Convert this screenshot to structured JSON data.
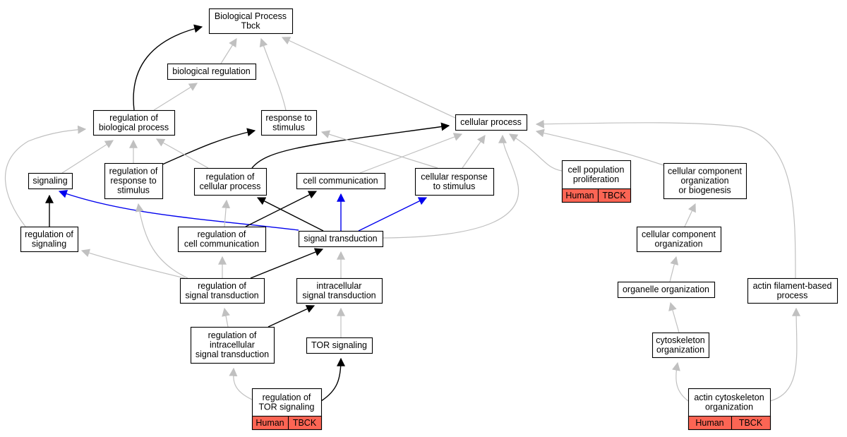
{
  "colors": {
    "gray_edge": "#c0c0c0",
    "black_edge": "#000000",
    "blue_edge": "#0000ee",
    "annotation_fill": "#fc6554",
    "node_fill": "#ffffff",
    "node_stroke": "#000000"
  },
  "nodes": {
    "root": [
      "Biological Process",
      "Tbck"
    ],
    "bio_reg": [
      "biological regulation"
    ],
    "reg_bio": [
      "regulation of",
      "biological process"
    ],
    "resp_stim": [
      "response to",
      "stimulus"
    ],
    "cell_proc": [
      "cellular process"
    ],
    "signaling": [
      "signaling"
    ],
    "reg_resp": [
      "regulation of",
      "response to",
      "stimulus"
    ],
    "reg_cell": [
      "regulation of",
      "cellular process"
    ],
    "cell_comm": [
      "cell communication"
    ],
    "cell_resp": [
      "cellular response",
      "to stimulus"
    ],
    "cell_pop": [
      "cell population",
      "proliferation"
    ],
    "ccob": [
      "cellular component",
      "organization",
      "or biogenesis"
    ],
    "reg_sig": [
      "regulation of",
      "signaling"
    ],
    "reg_cc": [
      "regulation of",
      "cell communication"
    ],
    "sig_trans": [
      "signal transduction"
    ],
    "cco": [
      "cellular component",
      "organization"
    ],
    "reg_st": [
      "regulation of",
      "signal transduction"
    ],
    "intra_st": [
      "intracellular",
      "signal transduction"
    ],
    "org_org": [
      "organelle organization"
    ],
    "actin_fb": [
      "actin filament-based",
      "process"
    ],
    "reg_ist": [
      "regulation of",
      "intracellular",
      "signal transduction"
    ],
    "tor": [
      "TOR signaling"
    ],
    "cyto": [
      "cytoskeleton",
      "organization"
    ],
    "reg_tor": [
      "regulation of",
      "TOR signaling"
    ],
    "actin_cyto": [
      "actin cytoskeleton",
      "organization"
    ]
  },
  "annotations": {
    "cell_pop": [
      "Human",
      "TBCK"
    ],
    "reg_tor": [
      "Human",
      "TBCK"
    ],
    "actin_cyto": [
      "Human",
      "TBCK"
    ]
  },
  "edges": [
    {
      "from": "bio_reg",
      "to": "root",
      "color": "gray"
    },
    {
      "from": "reg_bio",
      "to": "root",
      "color": "black"
    },
    {
      "from": "reg_bio",
      "to": "bio_reg",
      "color": "gray"
    },
    {
      "from": "resp_stim",
      "to": "root",
      "color": "gray"
    },
    {
      "from": "cell_proc",
      "to": "root",
      "color": "gray"
    },
    {
      "from": "signaling",
      "to": "reg_bio",
      "color": "gray"
    },
    {
      "from": "reg_resp",
      "to": "reg_bio",
      "color": "gray"
    },
    {
      "from": "reg_resp",
      "to": "resp_stim",
      "color": "black"
    },
    {
      "from": "reg_cell",
      "to": "reg_bio",
      "color": "gray"
    },
    {
      "from": "reg_cell",
      "to": "cell_proc",
      "color": "black"
    },
    {
      "from": "cell_comm",
      "to": "cell_proc",
      "color": "gray"
    },
    {
      "from": "cell_resp",
      "to": "resp_stim",
      "color": "gray"
    },
    {
      "from": "cell_resp",
      "to": "cell_proc",
      "color": "gray"
    },
    {
      "from": "cell_pop",
      "to": "cell_proc",
      "color": "gray"
    },
    {
      "from": "ccob",
      "to": "cell_proc",
      "color": "gray"
    },
    {
      "from": "reg_sig",
      "to": "reg_bio",
      "color": "gray"
    },
    {
      "from": "reg_sig",
      "to": "signaling",
      "color": "black"
    },
    {
      "from": "sig_trans",
      "to": "signaling",
      "color": "blue"
    },
    {
      "from": "sig_trans",
      "to": "cell_comm",
      "color": "blue"
    },
    {
      "from": "sig_trans",
      "to": "cell_resp",
      "color": "blue"
    },
    {
      "from": "sig_trans",
      "to": "cell_proc",
      "color": "gray"
    },
    {
      "from": "reg_cc",
      "to": "reg_cell",
      "color": "gray"
    },
    {
      "from": "reg_cc",
      "to": "cell_comm",
      "color": "black"
    },
    {
      "from": "sig_trans",
      "to": "reg_cell",
      "color": "black"
    },
    {
      "from": "cco",
      "to": "ccob",
      "color": "gray"
    },
    {
      "from": "reg_st",
      "to": "reg_sig",
      "color": "gray"
    },
    {
      "from": "reg_st",
      "to": "reg_resp",
      "color": "gray"
    },
    {
      "from": "reg_st",
      "to": "reg_cc",
      "color": "gray"
    },
    {
      "from": "reg_st",
      "to": "sig_trans",
      "color": "black"
    },
    {
      "from": "intra_st",
      "to": "sig_trans",
      "color": "gray"
    },
    {
      "from": "org_org",
      "to": "cco",
      "color": "gray"
    },
    {
      "from": "actin_fb",
      "to": "cell_proc",
      "color": "gray"
    },
    {
      "from": "reg_ist",
      "to": "reg_st",
      "color": "gray"
    },
    {
      "from": "reg_ist",
      "to": "intra_st",
      "color": "black"
    },
    {
      "from": "tor",
      "to": "intra_st",
      "color": "gray"
    },
    {
      "from": "cyto",
      "to": "org_org",
      "color": "gray"
    },
    {
      "from": "reg_tor",
      "to": "reg_ist",
      "color": "gray"
    },
    {
      "from": "reg_tor",
      "to": "tor",
      "color": "black"
    },
    {
      "from": "actin_cyto",
      "to": "cyto",
      "color": "gray"
    },
    {
      "from": "actin_cyto",
      "to": "actin_fb",
      "color": "gray"
    }
  ]
}
